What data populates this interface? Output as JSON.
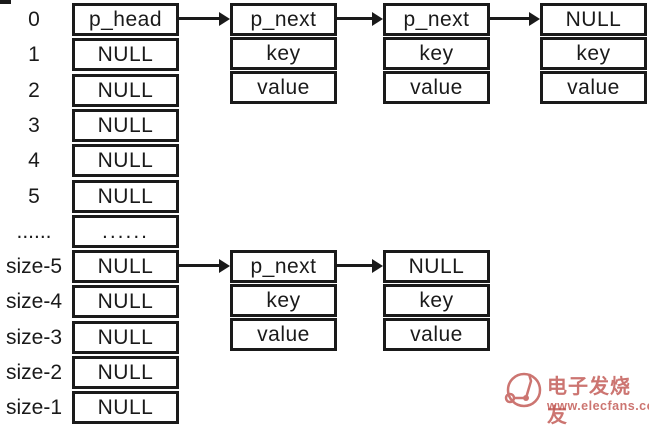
{
  "colors": {
    "ink": "#1a1a1a",
    "background": "#ffffff",
    "watermark_red": "#c25752"
  },
  "hash_array": {
    "rows": [
      {
        "label": "0",
        "cell": "p_head"
      },
      {
        "label": "1",
        "cell": "NULL"
      },
      {
        "label": "2",
        "cell": "NULL"
      },
      {
        "label": "3",
        "cell": "NULL"
      },
      {
        "label": "4",
        "cell": "NULL"
      },
      {
        "label": "5",
        "cell": "NULL"
      },
      {
        "label": "......",
        "cell": "......"
      },
      {
        "label": "size-5",
        "cell": "NULL"
      },
      {
        "label": "size-4",
        "cell": "NULL"
      },
      {
        "label": "size-3",
        "cell": "NULL"
      },
      {
        "label": "size-2",
        "cell": "NULL"
      },
      {
        "label": "size-1",
        "cell": "NULL"
      }
    ]
  },
  "chain_row0": {
    "nodes": [
      {
        "next": "p_next",
        "key": "key",
        "value": "value"
      },
      {
        "next": "p_next",
        "key": "key",
        "value": "value"
      },
      {
        "next": "NULL",
        "key": "key",
        "value": "value"
      }
    ]
  },
  "chain_size5": {
    "nodes": [
      {
        "next": "p_next",
        "key": "key",
        "value": "value"
      },
      {
        "next": "NULL",
        "key": "key",
        "value": "value"
      }
    ]
  },
  "watermark": {
    "brand": "电子发烧友",
    "url": "www.elecfans.com"
  }
}
